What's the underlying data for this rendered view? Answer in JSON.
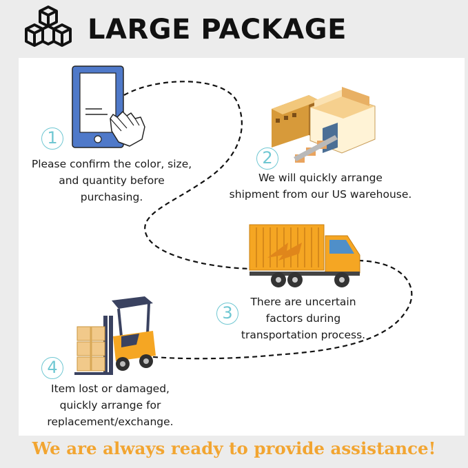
{
  "header": {
    "title": "LARGE PACKAGE",
    "icon": "boxes-icon"
  },
  "steps": [
    {
      "number": "1",
      "lines": [
        "Please confirm the color, size,",
        "and quantity before",
        "purchasing."
      ],
      "icon": "phone-tap-icon"
    },
    {
      "number": "2",
      "lines": [
        "We will quickly arrange",
        "shipment from our US warehouse."
      ],
      "icon": "warehouse-icon"
    },
    {
      "number": "3",
      "lines": [
        "There are uncertain",
        "factors during",
        "transportation process."
      ],
      "icon": "truck-icon"
    },
    {
      "number": "4",
      "lines": [
        "Item lost or damaged,",
        "quickly arrange for",
        "replacement/exchange."
      ],
      "icon": "forklift-icon"
    }
  ],
  "footer": {
    "text": "We are always ready to provide assistance!"
  },
  "colors": {
    "accent": "#6fc7d2",
    "footer": "#f2a531",
    "phone": "#4f79c9",
    "truck": "#f5a623"
  }
}
